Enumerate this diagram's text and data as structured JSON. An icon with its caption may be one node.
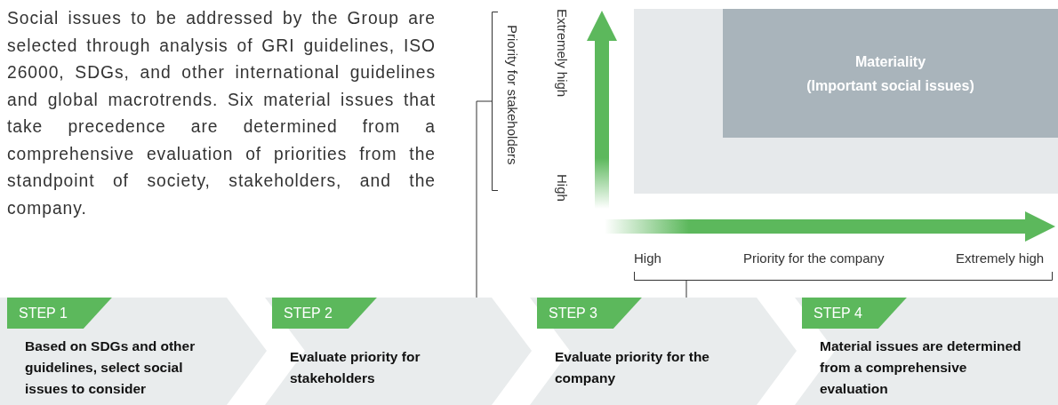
{
  "diagram": {
    "nodes": [
      {
        "text": [
          "Priority for stakeholders"
        ]
      },
      {
        "text": [
          "Materiality",
          "(Important social issues)"
        ]
      },
      {
        "text": [
          "Priority for the company"
        ]
      },
      {
        "text": [
          "STEP 1",
          "Based on SDGs and other guidelines, select social issues to consider"
        ]
      },
      {
        "text": [
          "STEP 2",
          "Evaluate priority for stakeholders"
        ]
      },
      {
        "text": [
          "STEP 3",
          "Evaluate priority for the company"
        ]
      },
      {
        "text": [
          "STEP 4",
          "Material issues are determined from a comprehensive evaluation"
        ]
      }
    ],
    "edges": [
      {
        "from": 0,
        "to": 4,
        "arrow": "none"
      },
      {
        "from": 2,
        "to": 5,
        "arrow": "none"
      }
    ],
    "labels": [
      "Social issues to be addressed by the Group are selected through analysis of GRI guidelines, ISO 26000, SDGs, and other international guidelines and global macrotrends. Six material issues that take precedence are determined from a comprehensive evaluation of priorities from the standpoint of society, stakeholders, and the company.",
      "Extremely high",
      "High",
      "High",
      "Extremely high"
    ]
  }
}
